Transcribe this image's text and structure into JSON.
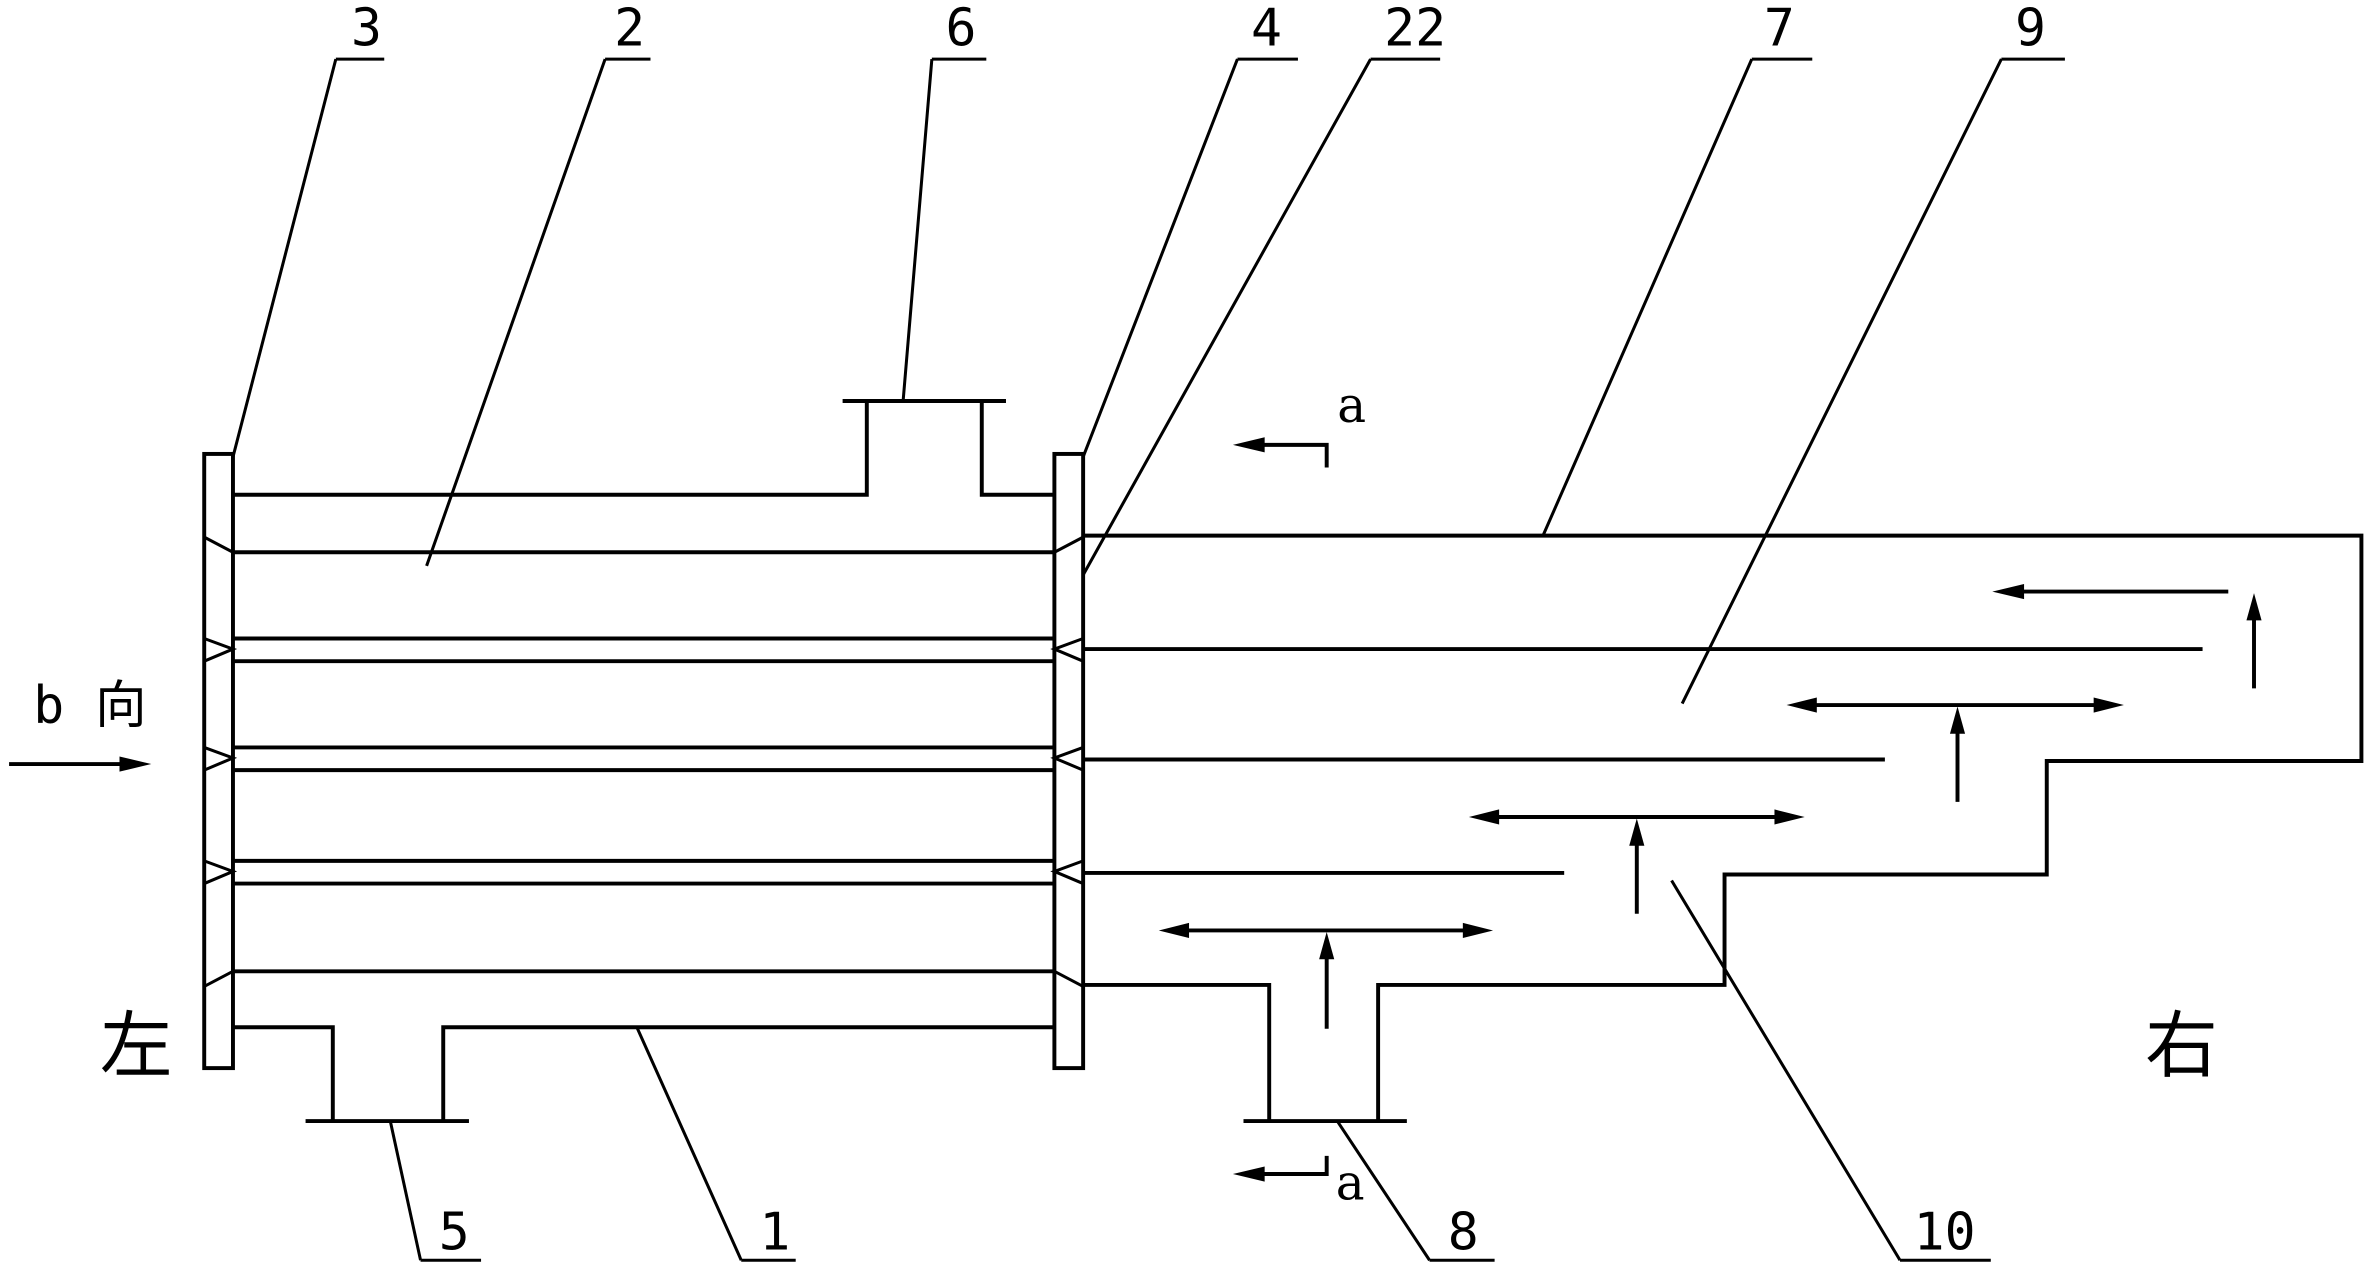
{
  "labels": {
    "n1": "1",
    "n2": "2",
    "n3": "3",
    "n4": "4",
    "n5": "5",
    "n6": "6",
    "n7": "7",
    "n8": "8",
    "n9": "9",
    "n10": "10",
    "n22": "22"
  },
  "annotations": {
    "view_b": "b 向",
    "section_top": "a",
    "section_bottom": "a",
    "left": "左",
    "right": "右"
  }
}
